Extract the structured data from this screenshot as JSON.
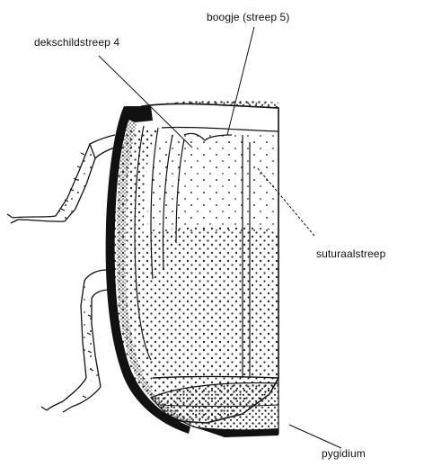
{
  "labels": {
    "boogje": "boogje (streep 5)",
    "dekschildstreep": "dekschildstreep 4",
    "suturaalstreep": "suturaalstreep",
    "pygidium": "pygidium"
  },
  "colors": {
    "ink": "#111111",
    "stipple": "#2a2a2a",
    "paper": "#ffffff"
  }
}
